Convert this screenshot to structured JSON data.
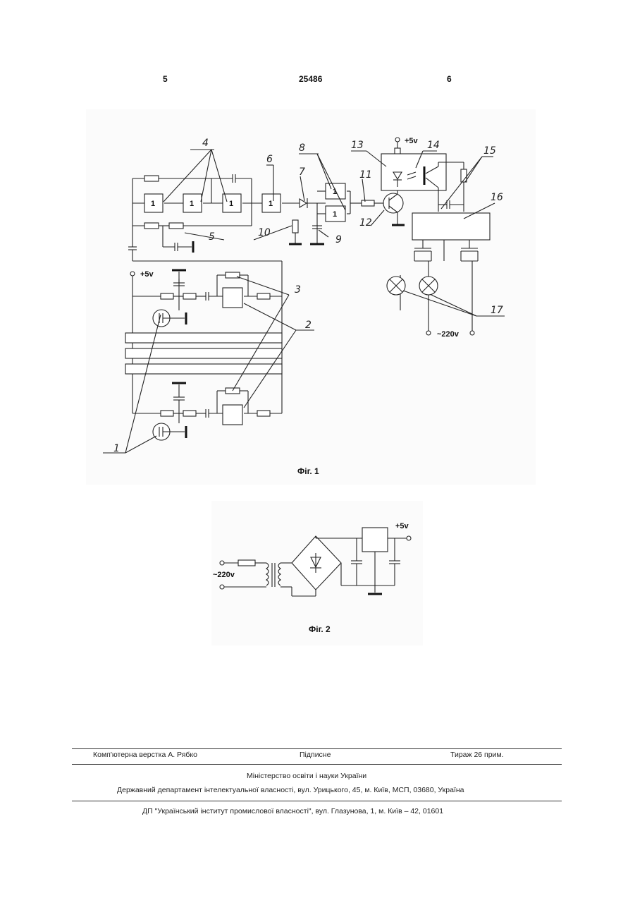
{
  "header": {
    "page_left": "5",
    "patent_number": "25486",
    "page_right": "6"
  },
  "figure1": {
    "caption": "Фіг. 1",
    "supply_label": "+5v",
    "supply_label_2": "+5v",
    "mains_label": "~220v",
    "gate_label": "1",
    "labels": [
      "1",
      "2",
      "3",
      "4",
      "5",
      "6",
      "7",
      "8",
      "9",
      "10",
      "11",
      "12",
      "13",
      "14",
      "15",
      "16",
      "17"
    ]
  },
  "figure2": {
    "caption": "Фіг. 2",
    "supply_label": "+5v",
    "mains_label": "~220v"
  },
  "footer": {
    "typesetting": "Комп'ютерна верстка А. Рябко",
    "signed": "Підписне",
    "circulation": "Тираж 26 прим.",
    "ministry": "Міністерство освіти і науки України",
    "department": "Державний департамент інтелектуальної власності, вул. Урицького, 45, м. Київ, МСП, 03680, Україна",
    "institute": "ДП \"Український інститут промислової власності\", вул. Глазунова, 1, м. Київ – 42, 01601"
  }
}
